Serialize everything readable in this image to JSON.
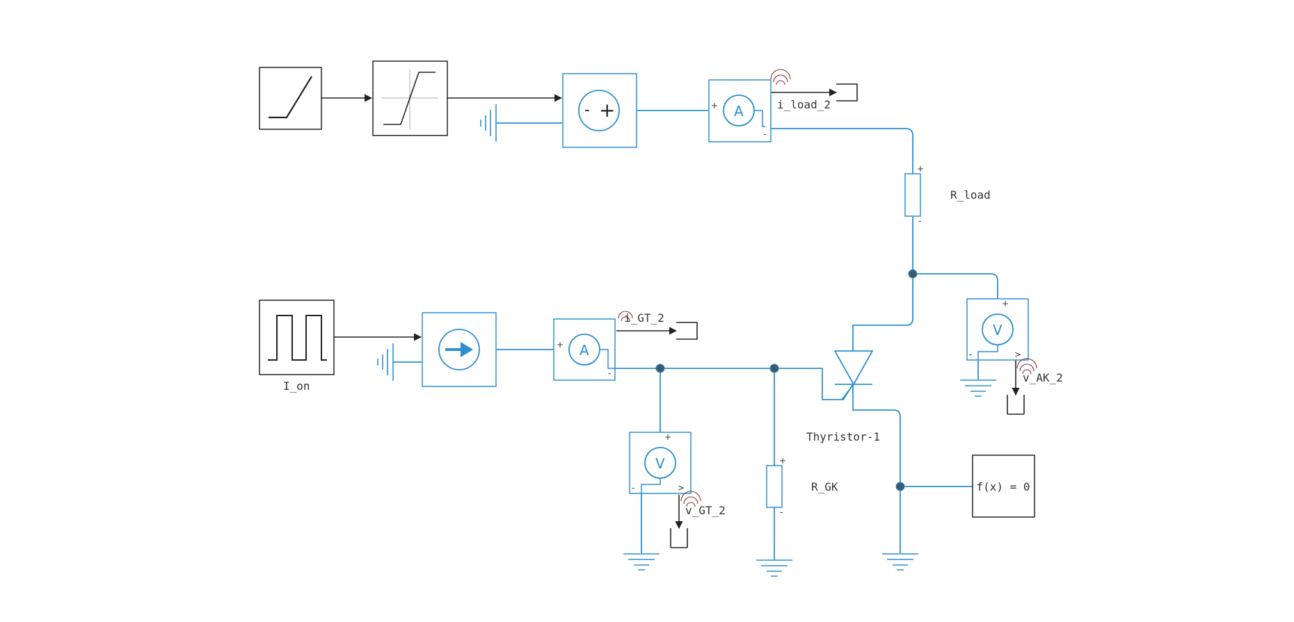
{
  "colors": {
    "wire": "#2b8fd0",
    "signal": "#222222",
    "node": "#3d5a6c",
    "canvas": "#ffffff"
  },
  "blocks": {
    "ramp": {
      "icon": "ramp-icon"
    },
    "saturation": {
      "icon": "saturation-icon"
    },
    "voltage_source": {
      "icon": "voltage-source-icon",
      "minus": "-",
      "plus": "+"
    },
    "ammeter_load": {
      "icon": "ammeter-icon",
      "glyph": "A",
      "plus": "+",
      "minus": "-"
    },
    "r_load": {
      "label": "R_load",
      "plus": "+",
      "minus": "-"
    },
    "pulse": {
      "label": "I_on",
      "icon": "pulse-generator-icon"
    },
    "current_source": {
      "icon": "current-source-icon"
    },
    "ammeter_gt": {
      "icon": "ammeter-icon",
      "glyph": "A",
      "plus": "+",
      "minus": "-"
    },
    "voltmeter_gt": {
      "icon": "voltmeter-icon",
      "glyph": "V",
      "plus": "+",
      "minus": "-",
      "out": ">"
    },
    "r_gk": {
      "label": "R_GK",
      "plus": "+",
      "minus": "-"
    },
    "thyristor": {
      "label": "Thyristor-1",
      "icon": "thyristor-icon"
    },
    "voltmeter_ak": {
      "icon": "voltmeter-icon",
      "glyph": "V",
      "plus": "+",
      "minus": "-",
      "out": ">"
    },
    "solver": {
      "label": "f(x) = 0"
    }
  },
  "signals": {
    "i_load": "i_load_2",
    "i_gt": "i_GT_2",
    "v_gt": "v_GT_2",
    "v_ak": "v_AK_2"
  }
}
